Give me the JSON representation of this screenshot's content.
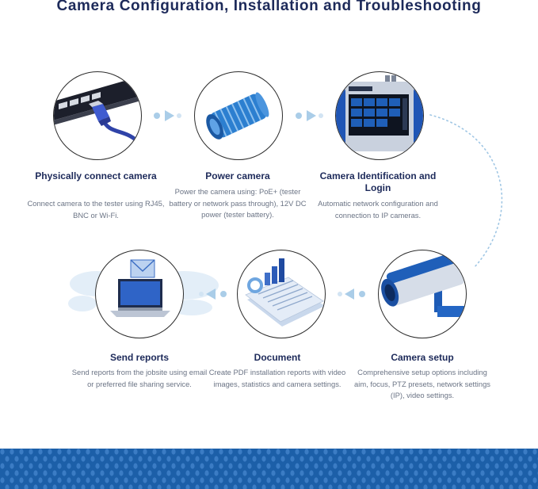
{
  "title": "Camera Configuration, Installation and Troubleshooting",
  "steps": [
    {
      "title": "Physically connect camera",
      "desc": "Connect camera to the tester using RJ45, BNC or Wi-Fi.",
      "icon": "ethernet-cable-icon"
    },
    {
      "title": "Power camera",
      "desc": "Power the camera using: PoE+ (tester battery or network pass through), 12V DC power (tester battery).",
      "icon": "battery-icon"
    },
    {
      "title": "Camera Identification and Login",
      "desc": "Automatic network configuration and connection to IP cameras.",
      "icon": "tester-device-icon"
    },
    {
      "title": "Camera setup",
      "desc": "Comprehensive setup options including aim, focus, PTZ presets, network settings (IP), video settings.",
      "icon": "security-camera-icon"
    },
    {
      "title": "Document",
      "desc": "Create PDF installation reports with video images, statistics and camera settings.",
      "icon": "report-document-icon"
    },
    {
      "title": "Send reports",
      "desc": "Send reports from the jobsite using email or preferred file sharing service.",
      "icon": "laptop-email-icon"
    }
  ],
  "colors": {
    "navy": "#1d2a5a",
    "blue": "#1c5fa8",
    "arrow": "#aacde8",
    "text": "#6b7485"
  }
}
